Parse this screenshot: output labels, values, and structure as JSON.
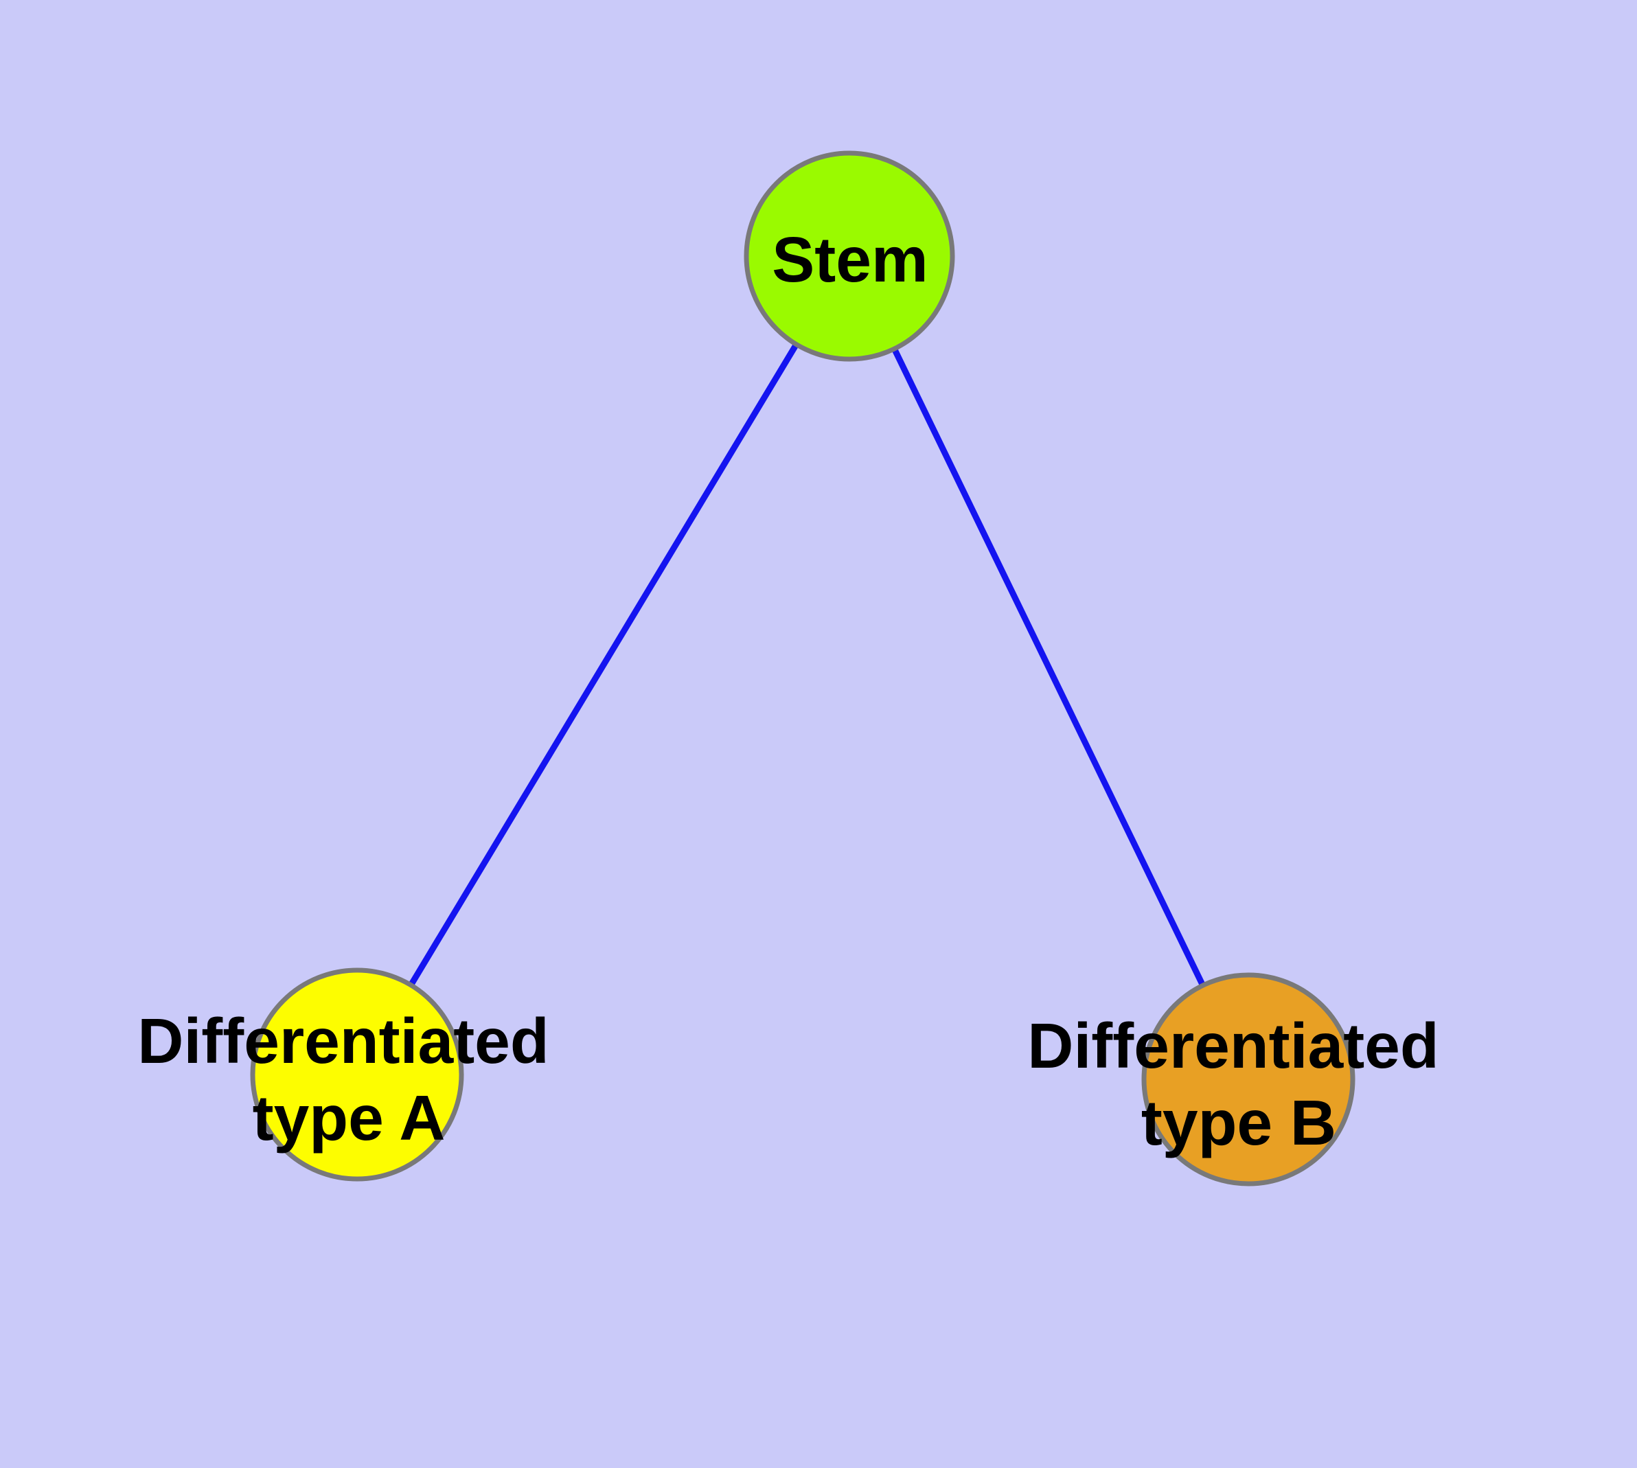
{
  "diagram": {
    "type": "graph",
    "colors": {
      "background": "#cacaf9",
      "edge": "#1414f0",
      "node_border": "#797979",
      "label": "#000000"
    },
    "nodes": [
      {
        "id": "stem",
        "label": "Stem",
        "fill_color": "#9afa00"
      },
      {
        "id": "differentiated-type-a",
        "label": "Differentiated type A",
        "label_lines": [
          "Differentiated",
          "type A"
        ],
        "fill_color": "#fdfd00"
      },
      {
        "id": "differentiated-type-b",
        "label": "Differentiated type B",
        "label_lines": [
          "Differentiated",
          "type B"
        ],
        "fill_color": "#e8a024"
      }
    ],
    "edges": [
      {
        "from": "Stem",
        "to": "Differentiated type A"
      },
      {
        "from": "Stem",
        "to": "Differentiated type B"
      }
    ]
  }
}
